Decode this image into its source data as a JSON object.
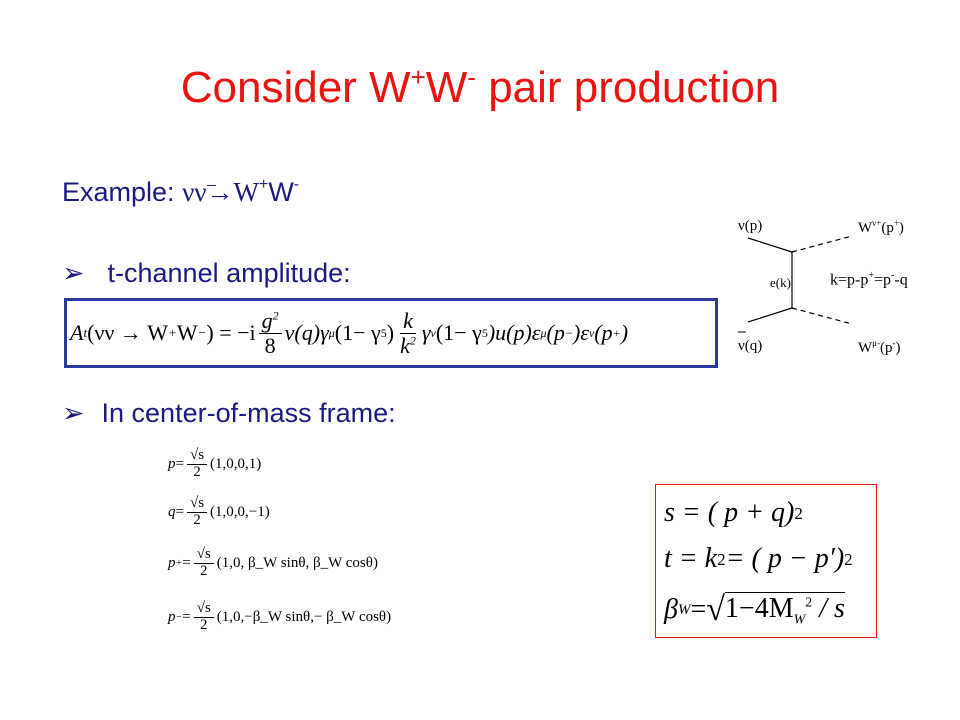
{
  "title": {
    "prefix": "Consider W",
    "sup1": "+",
    "mid": "W",
    "sup2": "-",
    "suffix": " pair production"
  },
  "example": {
    "label": "Example: ",
    "process_prefix": "νν→W",
    "sup1": "+",
    "mid": "W",
    "sup2": "-"
  },
  "bullets": {
    "tchannel": "t-channel amplitude:",
    "cm_frame": "In center-of-mass frame:"
  },
  "diagram": {
    "nu_p": "ν(p)",
    "nubar_q": "ν(q)",
    "w_plus": "W",
    "w_plus_sup": "ν+",
    "w_plus_arg": "(p",
    "w_plus_arg_sup": "+",
    "w_plus_end": ")",
    "w_minus": "W",
    "w_minus_sup": "μ-",
    "w_minus_arg": "(p",
    "w_minus_arg_sup": "-",
    "w_minus_end": ")",
    "e_k": "e(k)",
    "k_relation": "k=p-p",
    "k_sup1": "+",
    "k_mid": "=p",
    "k_sup2": "-",
    "k_end": "-q"
  },
  "amplitude": {
    "lhs_A": "A",
    "lhs_sub": "t",
    "lhs_args": "(νν → W",
    "lhs_sup1": "+",
    "lhs_W": "W",
    "lhs_sup2": "−",
    "lhs_close": ") = −i",
    "frac1_num": "g",
    "frac1_num_sup": "2",
    "frac1_den": "8",
    "body1": "v(q)γ",
    "body1_sup": "μ",
    "body2": "(1− γ",
    "body2_sub": "5",
    "body3": ")",
    "frac2_num": "k",
    "frac2_den": "k",
    "frac2_den_sup": "2",
    "body4": "γ",
    "body4_sup": "ν",
    "body5": "(1− γ",
    "body5_sub": "5",
    "body6": ")u(p)ε",
    "body6_sub": "μ",
    "body7": "(p",
    "body7_sup": "−",
    "body8": ")ε",
    "body8_sub": "ν",
    "body9": "(p",
    "body9_sup": "+",
    "body10": ")"
  },
  "cm_vectors": [
    {
      "lhs": "p",
      "lhs_sup": "",
      "vec": "(1,0,0,1)"
    },
    {
      "lhs": "q",
      "lhs_sup": "",
      "vec": "(1,0,0,−1)"
    },
    {
      "lhs": "p",
      "lhs_sup": "+",
      "vec": "(1,0, β_W sinθ, β_W cosθ)"
    },
    {
      "lhs": "p",
      "lhs_sup": "−",
      "vec": "(1,0,−β_W sinθ,− β_W cosθ)"
    }
  ],
  "cm_common": {
    "eq": " = ",
    "num": "√s",
    "den": "2"
  },
  "kinematics": {
    "s_line": "s = ( p + q)",
    "s_sup": "2",
    "t_line_a": "t = k",
    "t_sup_a": "2",
    "t_line_b": " = ( p − p′)",
    "t_sup_b": "2",
    "beta": "β",
    "beta_sub": "W",
    "beta_eq": " = ",
    "root_body": "1−4M",
    "root_sub": "W",
    "root_sup": "2",
    "root_tail": " / s"
  },
  "colors": {
    "title": "#e8140f",
    "text": "#1a1a80",
    "eq_border": "#2a3a9c",
    "kin_border": "#e8140f"
  }
}
